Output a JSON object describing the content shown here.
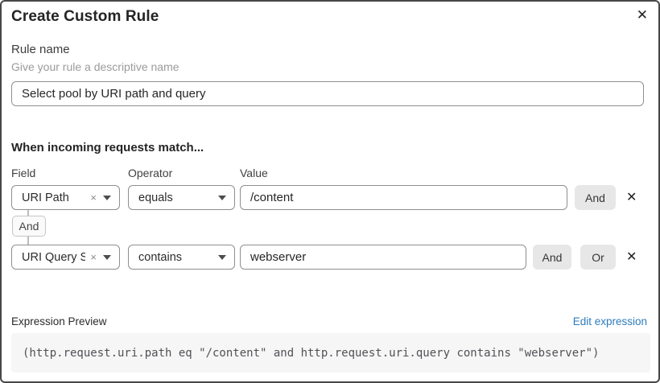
{
  "dialog": {
    "title": "Create Custom Rule"
  },
  "icons": {
    "close": "✕",
    "remove": "✕",
    "clear": "×"
  },
  "rule_name": {
    "label": "Rule name",
    "hint": "Give your rule a descriptive name",
    "value": "Select pool by URI path and query"
  },
  "match_section": {
    "heading": "When incoming requests match...",
    "columns": {
      "field": "Field",
      "operator": "Operator",
      "value": "Value"
    },
    "connector_label": "And",
    "rows": [
      {
        "field": "URI Path",
        "operator": "equals",
        "value": "/content",
        "buttons": [
          "And"
        ]
      },
      {
        "field": "URI Query St...",
        "operator": "contains",
        "value": "webserver",
        "buttons": [
          "And",
          "Or"
        ]
      }
    ]
  },
  "expression": {
    "label": "Expression Preview",
    "edit_link": "Edit expression",
    "code": "(http.request.uri.path eq \"/content\" and http.request.uri.query contains \"webserver\")"
  },
  "colors": {
    "link_blue": "#2e7cbe",
    "button_gray": "#e7e7e7",
    "code_background": "#f6f6f6",
    "input_border": "#8f8f8f",
    "dialog_border": "#474747"
  }
}
